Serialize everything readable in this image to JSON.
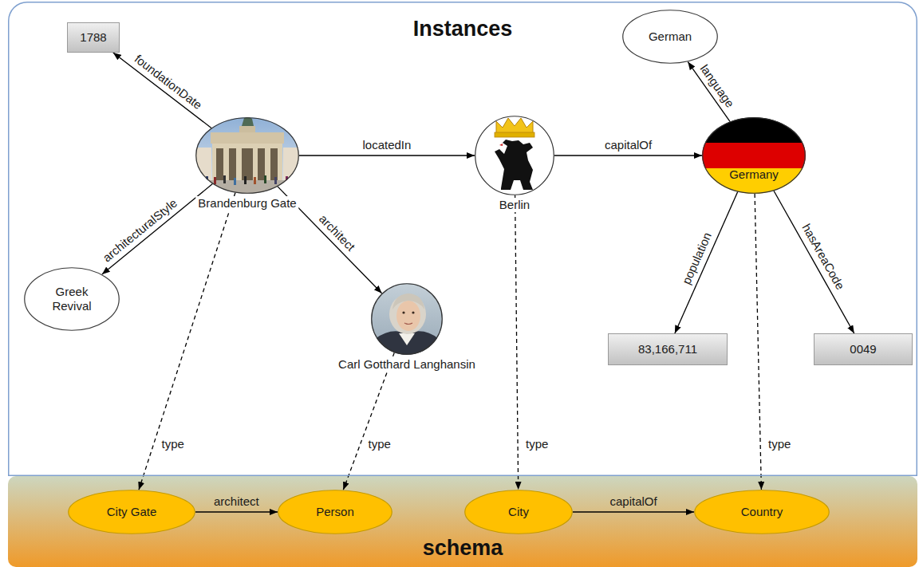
{
  "diagram": {
    "nodes": [
      {
        "text": [
          "Instances"
        ]
      },
      {
        "text": [
          "1788"
        ],
        "in": 0
      },
      {
        "text": [
          "Brandenburg Gate"
        ],
        "in": 0
      },
      {
        "text": [
          "Greek Revival"
        ],
        "in": 0
      },
      {
        "text": [
          "Carl Gotthard Langhansin"
        ],
        "in": 0
      },
      {
        "text": [
          "Berlin"
        ],
        "in": 0
      },
      {
        "text": [
          "German"
        ],
        "in": 0
      },
      {
        "text": [
          "Germany"
        ],
        "in": 0
      },
      {
        "text": [
          "83,166,711"
        ],
        "in": 0
      },
      {
        "text": [
          "0049"
        ],
        "in": 0
      },
      {
        "text": [
          "schema"
        ]
      },
      {
        "text": [
          "City Gate"
        ],
        "in": 10
      },
      {
        "text": [
          "Person"
        ],
        "in": 10
      },
      {
        "text": [
          "City"
        ],
        "in": 10
      },
      {
        "text": [
          "Country"
        ],
        "in": 10
      }
    ],
    "edges": [
      {
        "from": 2,
        "to": 1,
        "label": "foundationDate",
        "arrow": "to"
      },
      {
        "from": 2,
        "to": 3,
        "label": "architecturalStyle",
        "arrow": "to"
      },
      {
        "from": 2,
        "to": 5,
        "label": "locatedIn",
        "arrow": "to"
      },
      {
        "from": 2,
        "to": 4,
        "label": "architect",
        "arrow": "to"
      },
      {
        "from": 5,
        "to": 7,
        "label": "capitalOf",
        "arrow": "to"
      },
      {
        "from": 7,
        "to": 6,
        "label": "language",
        "arrow": "to"
      },
      {
        "from": 7,
        "to": 8,
        "label": "population",
        "arrow": "to"
      },
      {
        "from": 7,
        "to": 9,
        "label": "hasAreaCode",
        "arrow": "to"
      },
      {
        "from": 2,
        "to": 11,
        "label": "type",
        "arrow": "to"
      },
      {
        "from": 4,
        "to": 12,
        "label": "type",
        "arrow": "to"
      },
      {
        "from": 5,
        "to": 13,
        "label": "type",
        "arrow": "to"
      },
      {
        "from": 7,
        "to": 14,
        "label": "type",
        "arrow": "to"
      },
      {
        "from": 11,
        "to": 12,
        "label": "architect",
        "arrow": "to"
      },
      {
        "from": 13,
        "to": 14,
        "label": "capitalOf",
        "arrow": "to"
      }
    ]
  }
}
